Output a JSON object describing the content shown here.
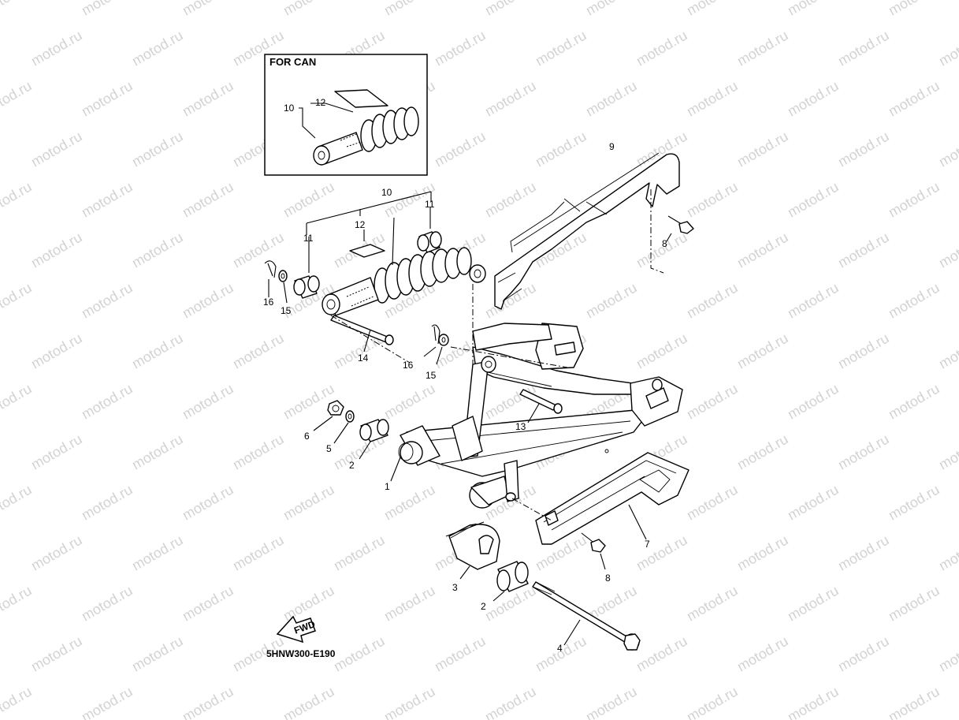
{
  "watermark": {
    "text": "motod.ru",
    "color": "#d3d3d3"
  },
  "inset": {
    "title": "FOR CAN",
    "labels": [
      "10",
      "12"
    ]
  },
  "diagram_code": "5HNW300-E190",
  "fwd_arrow": {
    "text": "FWD"
  },
  "callouts": [
    {
      "id": "c9",
      "text": "9"
    },
    {
      "id": "c8a",
      "text": "8"
    },
    {
      "id": "c10",
      "text": "10"
    },
    {
      "id": "c11a",
      "text": "11"
    },
    {
      "id": "c11b",
      "text": "11"
    },
    {
      "id": "c12",
      "text": "12"
    },
    {
      "id": "c16a",
      "text": "16"
    },
    {
      "id": "c15a",
      "text": "15"
    },
    {
      "id": "c14",
      "text": "14"
    },
    {
      "id": "c16b",
      "text": "16"
    },
    {
      "id": "c15b",
      "text": "15"
    },
    {
      "id": "c13",
      "text": "13"
    },
    {
      "id": "c6",
      "text": "6"
    },
    {
      "id": "c5",
      "text": "5"
    },
    {
      "id": "c2a",
      "text": "2"
    },
    {
      "id": "c1",
      "text": "1"
    },
    {
      "id": "c7",
      "text": "7"
    },
    {
      "id": "c8b",
      "text": "8"
    },
    {
      "id": "c3",
      "text": "3"
    },
    {
      "id": "c2b",
      "text": "2"
    },
    {
      "id": "c4",
      "text": "4"
    }
  ]
}
